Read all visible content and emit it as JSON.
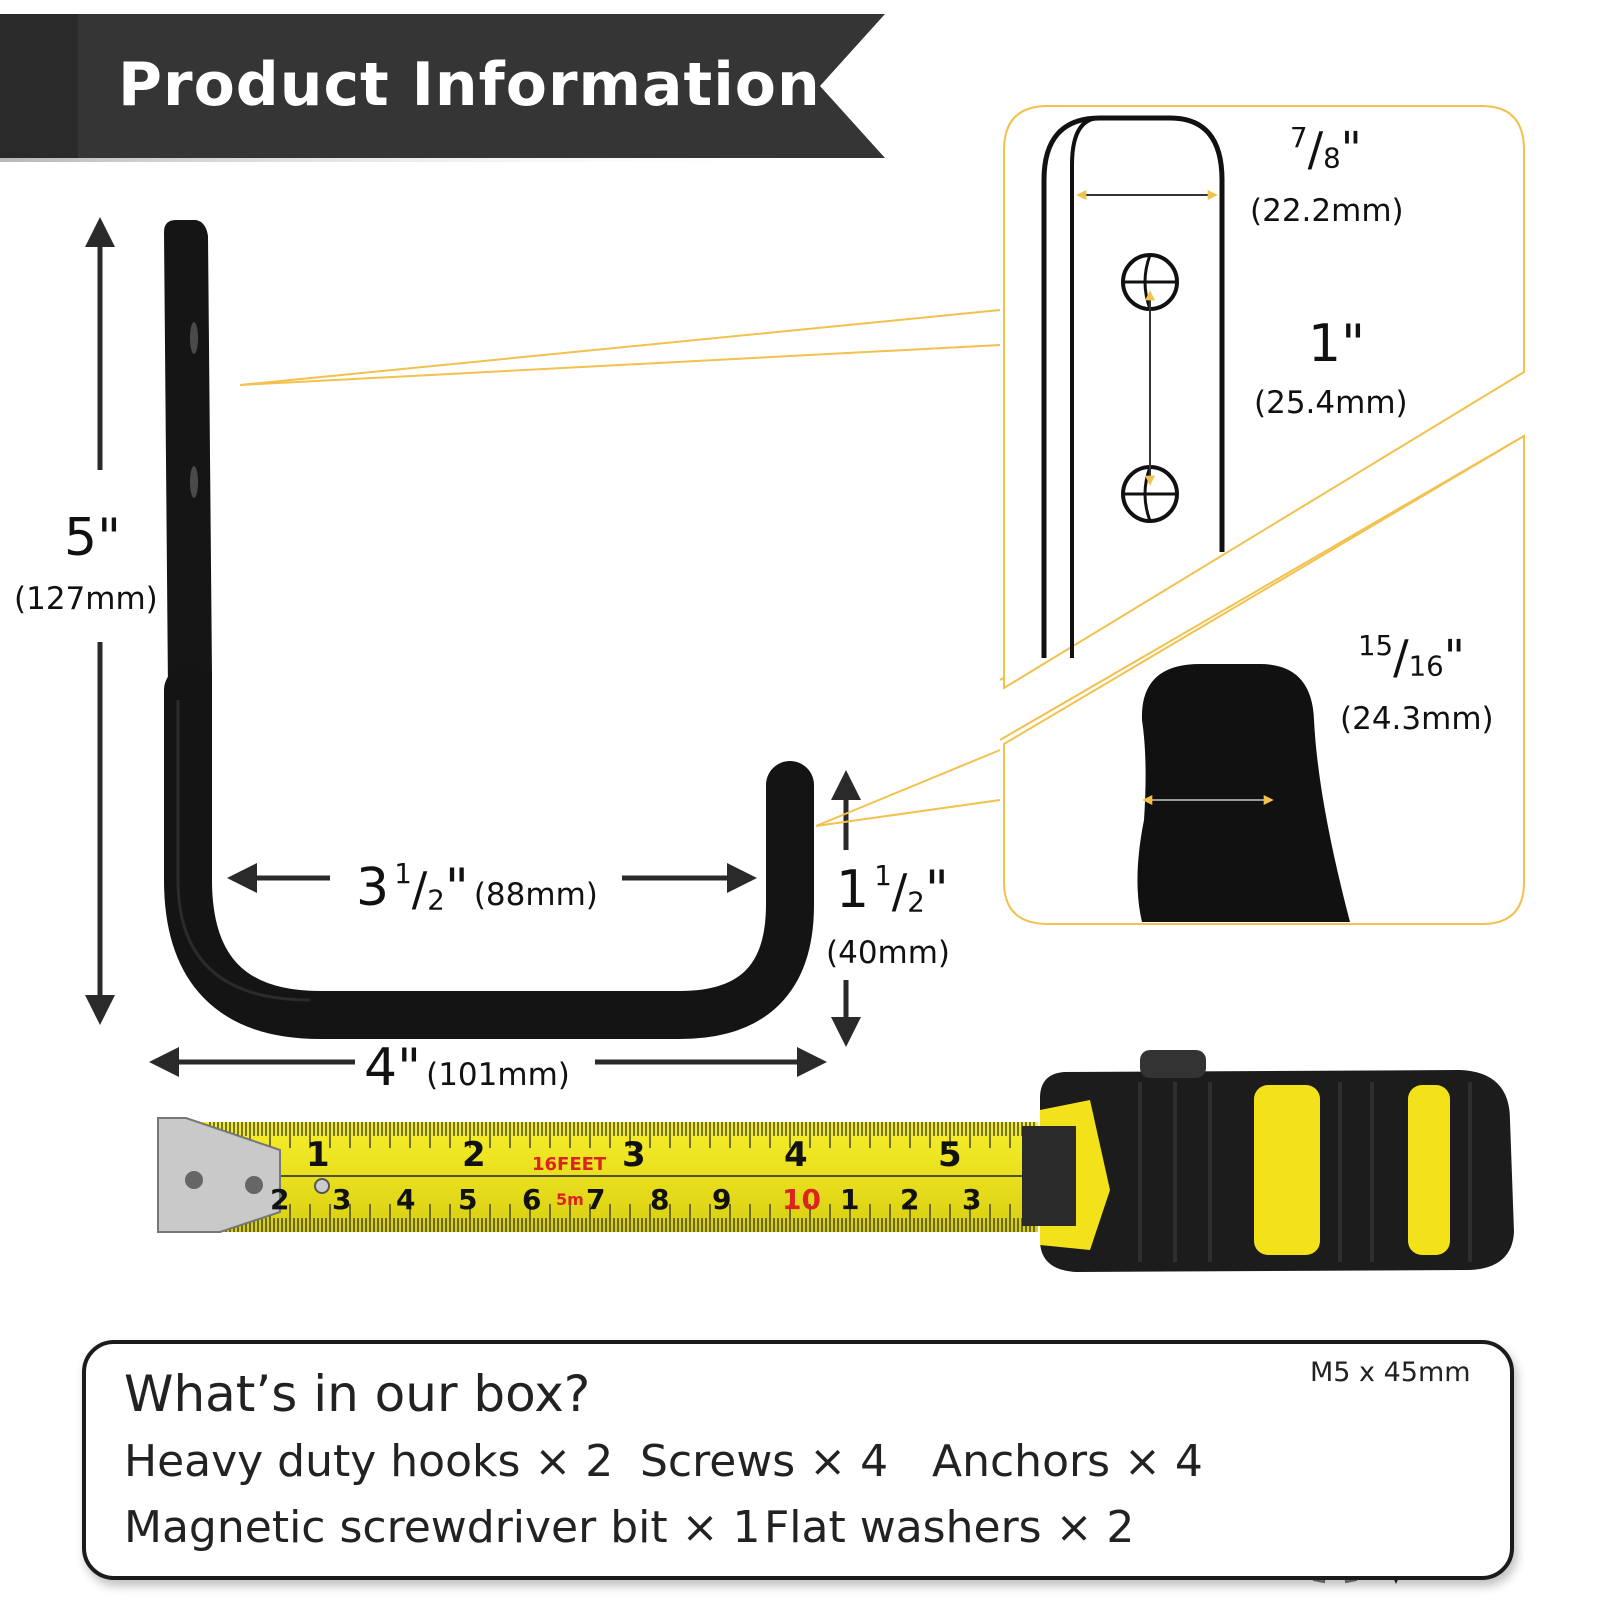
{
  "header": {
    "title": "Product Information"
  },
  "dimensions": {
    "height": {
      "inch": "5\"",
      "mm": "(127mm)"
    },
    "inner_width": {
      "whole": "3",
      "num": "1",
      "den": "2",
      "mark": "\"",
      "mm": "(88mm)"
    },
    "lip_height": {
      "whole": "1",
      "num": "1",
      "den": "2",
      "mark": "\"",
      "mm": "(40mm)"
    },
    "base_width": {
      "inch": "4\"",
      "mm": "(101mm)"
    },
    "plate_width": {
      "num": "7",
      "den": "8",
      "mark": "\"",
      "mm": "(22.2mm)"
    },
    "hole_spacing": {
      "inch": "1\"",
      "mm": "(25.4mm)"
    },
    "tube_width": {
      "num": "15",
      "den": "16",
      "mark": "\"",
      "mm": "(24.3mm)"
    }
  },
  "tape": {
    "inch_marks": [
      "1",
      "2",
      "3",
      "4",
      "5"
    ],
    "cm_marks": [
      "2",
      "3",
      "4",
      "5",
      "6",
      "7",
      "8",
      "9",
      "10",
      "1",
      "2",
      "3"
    ],
    "brand_text": "16FEET",
    "metric_text": "5m"
  },
  "box": {
    "title": "What’s in our box?",
    "items": [
      "Heavy duty hooks × 2",
      "Screws × 4",
      "Anchors × 4",
      "Magnetic screwdriver bit × 1",
      "Flat washers × 2"
    ],
    "screw_spec": "M5 x 45mm"
  },
  "colors": {
    "banner": "#353535",
    "accent": "#f2c14e",
    "tape": "#f5ec1a",
    "hook": "#141414"
  }
}
